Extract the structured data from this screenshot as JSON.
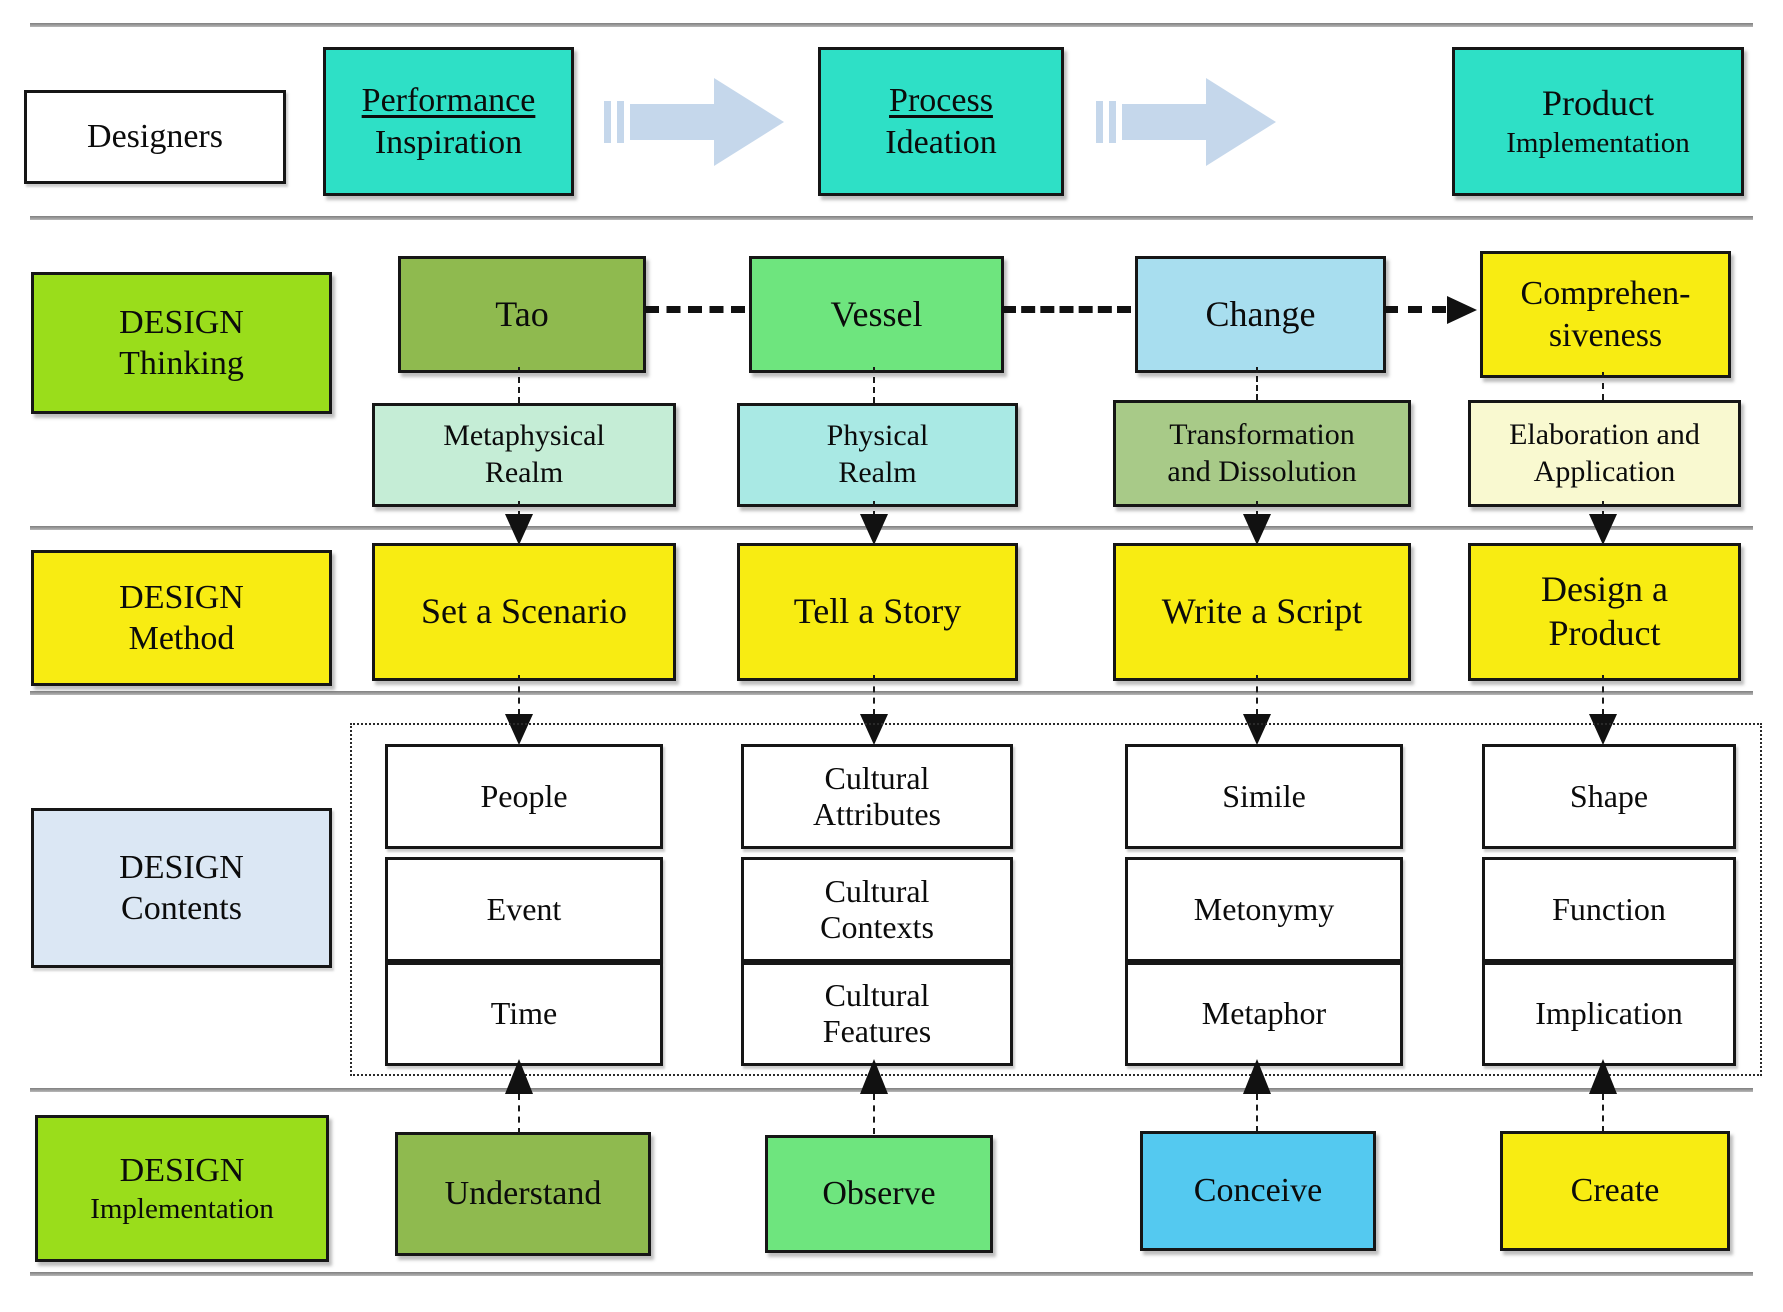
{
  "colors": {
    "stage_fill": "#2ee0c6",
    "flow_arrow": "#c5d7eb",
    "label_green": "#9add1b",
    "label_yellow": "#f8ec12",
    "label_blue": "#dbe7f4",
    "tao": "#8fba4f",
    "vessel": "#6ee57e",
    "change": "#a8deef",
    "comprehensiveness": "#f8ec12",
    "metaphysical_realm": "#c5edd6",
    "physical_realm": "#a9e9e4",
    "transformation_dissolution": "#a8ca88",
    "elaboration_application": "#f9f9d0",
    "method_yellow": "#f8ec12",
    "understand": "#8fba4f",
    "observe": "#6ee57e",
    "conceive": "#54c9f0",
    "create": "#f8ec12",
    "content_box": "#ffffff",
    "separator": "#8f8f8f"
  },
  "top_row": {
    "designers_label": "Designers",
    "arrow_icon": "striped-right-arrow",
    "stages": [
      {
        "line1": "Performance",
        "line2": "Inspiration",
        "line1_underlined": true
      },
      {
        "line1": "Process",
        "line2": "Ideation",
        "line1_underlined": true
      },
      {
        "line1": "Product",
        "line2": "Implementation",
        "line1_underlined": false
      }
    ]
  },
  "row_labels": {
    "thinking": [
      "DESIGN",
      "Thinking"
    ],
    "method": [
      "DESIGN",
      "Method"
    ],
    "contents": [
      "DESIGN",
      "Contents"
    ],
    "implementation_line1": "DESIGN",
    "implementation_line2": "Implementation"
  },
  "columns": [
    {
      "thinking": "Tao",
      "realm": [
        "Metaphysical",
        "Realm"
      ],
      "method": "Set a Scenario",
      "contents": [
        "People",
        "Event",
        "Time"
      ],
      "implementation": "Understand"
    },
    {
      "thinking": "Vessel",
      "realm": [
        "Physical",
        "Realm"
      ],
      "method": "Tell a Story",
      "contents": [
        [
          "Cultural",
          "Attributes"
        ],
        [
          "Cultural",
          "Contexts"
        ],
        [
          "Cultural",
          "Features"
        ]
      ],
      "implementation": "Observe"
    },
    {
      "thinking": "Change",
      "realm": [
        "Transformation",
        "and Dissolution"
      ],
      "method": "Write a Script",
      "contents": [
        "Simile",
        "Metonymy",
        "Metaphor"
      ],
      "implementation": "Conceive"
    },
    {
      "thinking": [
        "Comprehen-",
        "siveness"
      ],
      "realm": [
        "Elaboration and",
        "Application"
      ],
      "method": [
        "Design a",
        "Product"
      ],
      "contents": [
        "Shape",
        "Function",
        "Implication"
      ],
      "implementation": "Create"
    }
  ]
}
